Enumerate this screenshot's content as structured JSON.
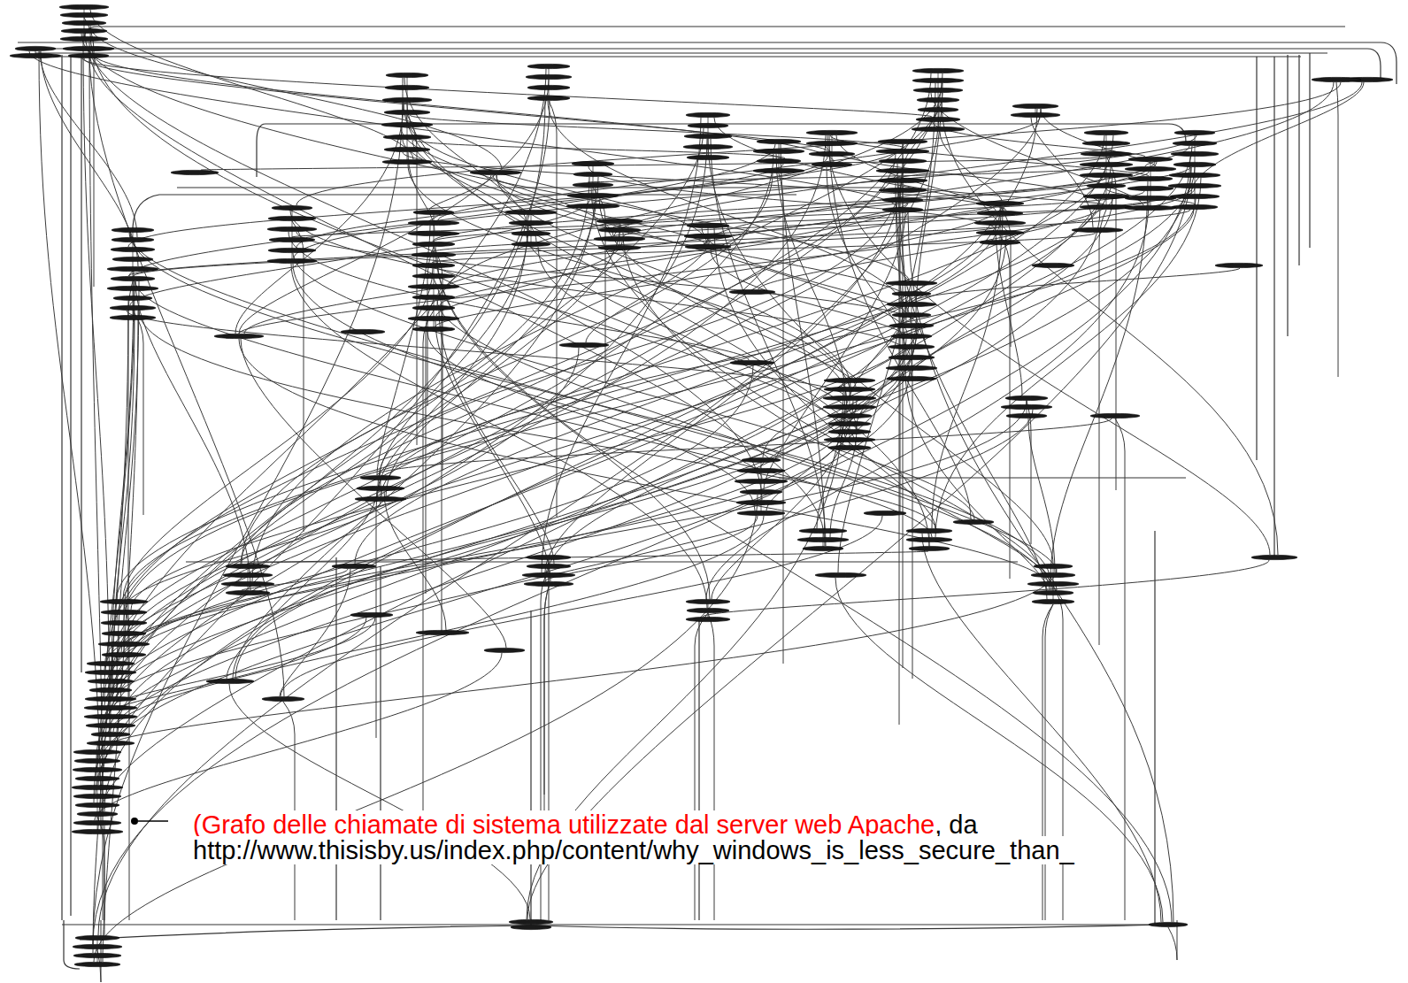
{
  "diagram": {
    "labels": [
      "(Grafo delle chiamate di sistema utilizzate dal server web Apache",
      ", da",
      "http://www.thisisby.us/index.php/content/why_windows_is_less_secure_than_"
    ]
  }
}
